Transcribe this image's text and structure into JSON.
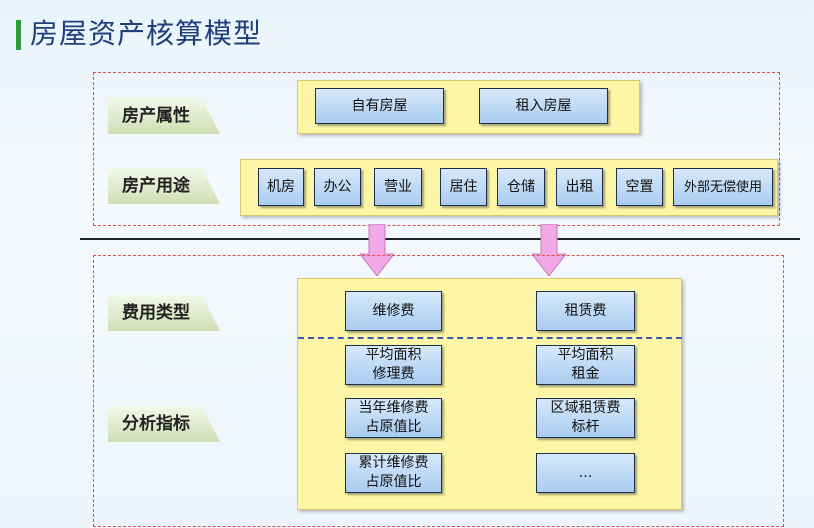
{
  "title": "房屋资产核算模型",
  "colors": {
    "accent": "#2a9d3a",
    "title": "#1e3f7a",
    "dashed_border": "#e0504a",
    "arrow": "#f2a9e8"
  },
  "sections": {
    "property_attr": {
      "label": "房产属性",
      "items": [
        "自有房屋",
        "租入房屋"
      ]
    },
    "property_use": {
      "label": "房产用途",
      "items": [
        "机房",
        "办公",
        "营业",
        "居住",
        "仓储",
        "出租",
        "空置",
        "外部无偿使用"
      ]
    },
    "expense_type": {
      "label": "费用类型",
      "items": [
        "维修费",
        "租赁费"
      ]
    },
    "analysis": {
      "label": "分析指标",
      "left": [
        "平均面积\n修理费",
        "当年维修费\n占原值比",
        "累计维修费\n占原值比"
      ],
      "right": [
        "平均面积\n租金",
        "区域租赁费\n标杆",
        "…"
      ]
    }
  }
}
